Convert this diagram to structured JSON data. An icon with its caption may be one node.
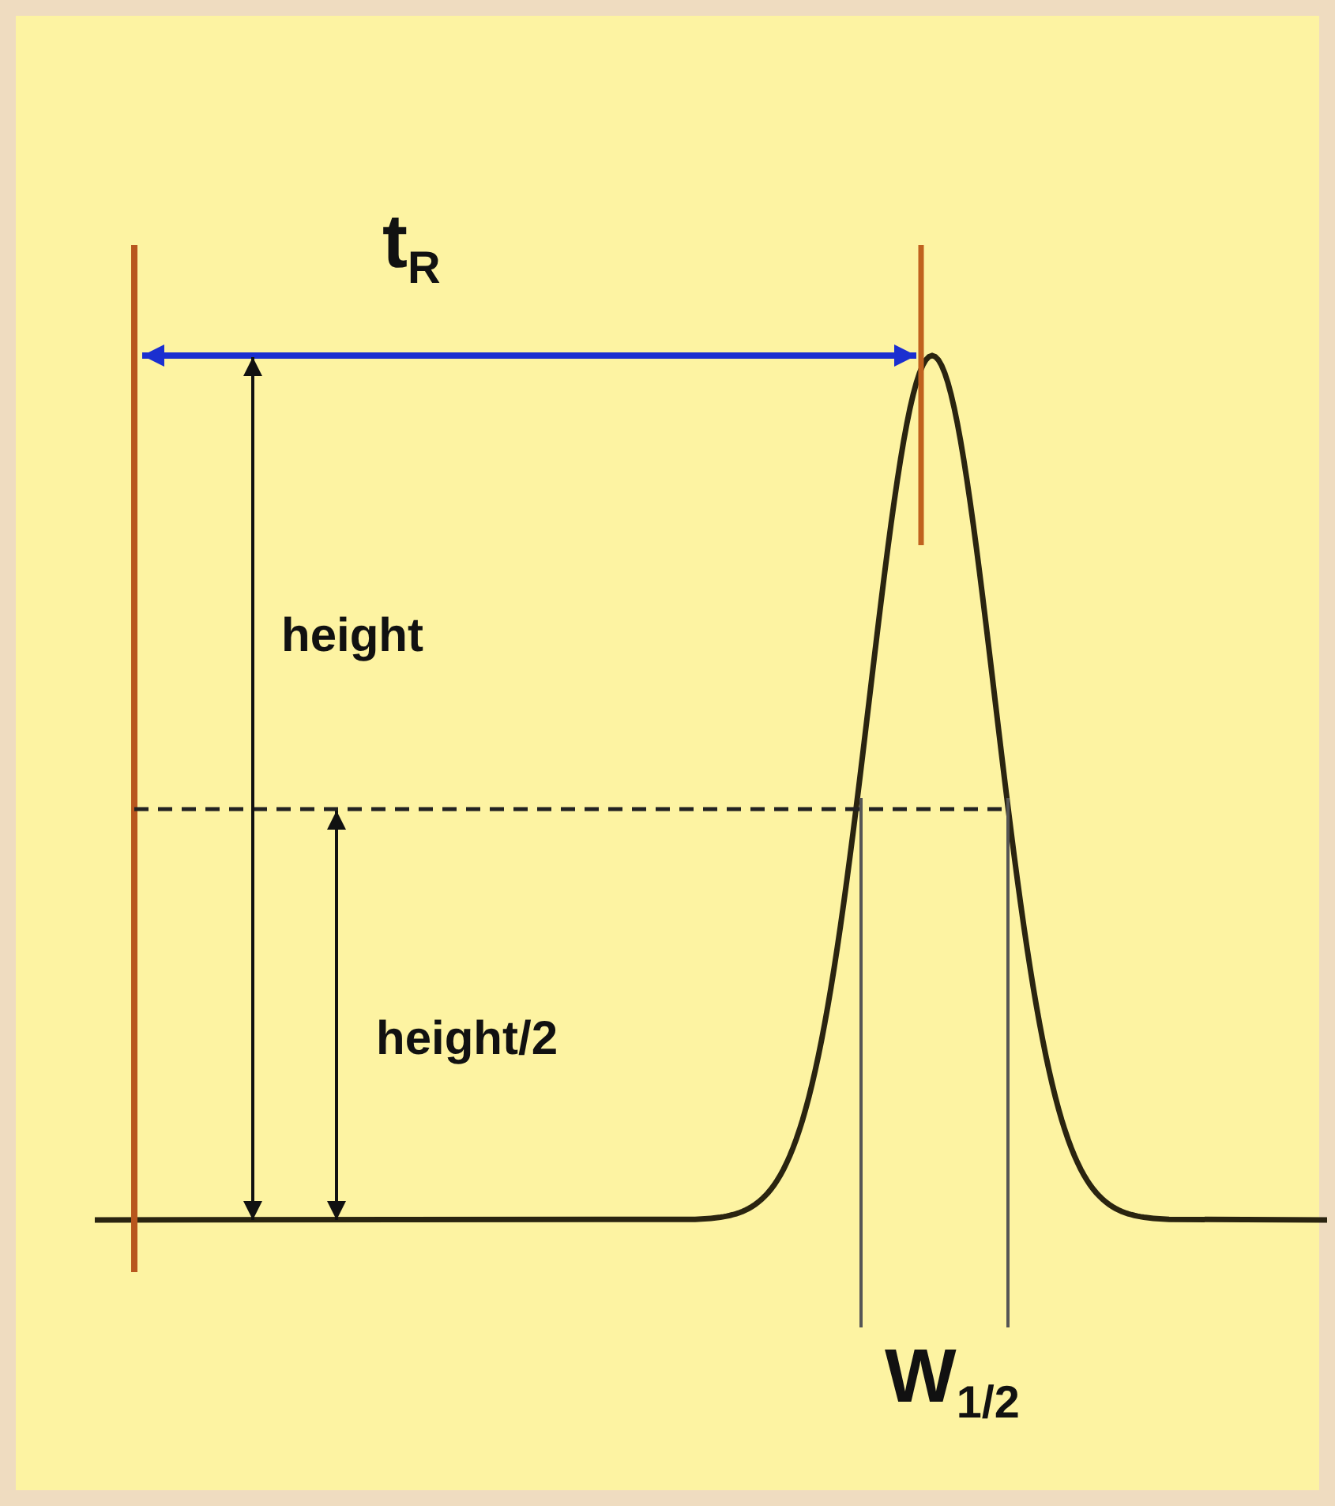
{
  "diagram": {
    "labels": [
      "t$_{R}$",
      "height",
      "height/2",
      "W$_{1/2}$"
    ]
  }
}
